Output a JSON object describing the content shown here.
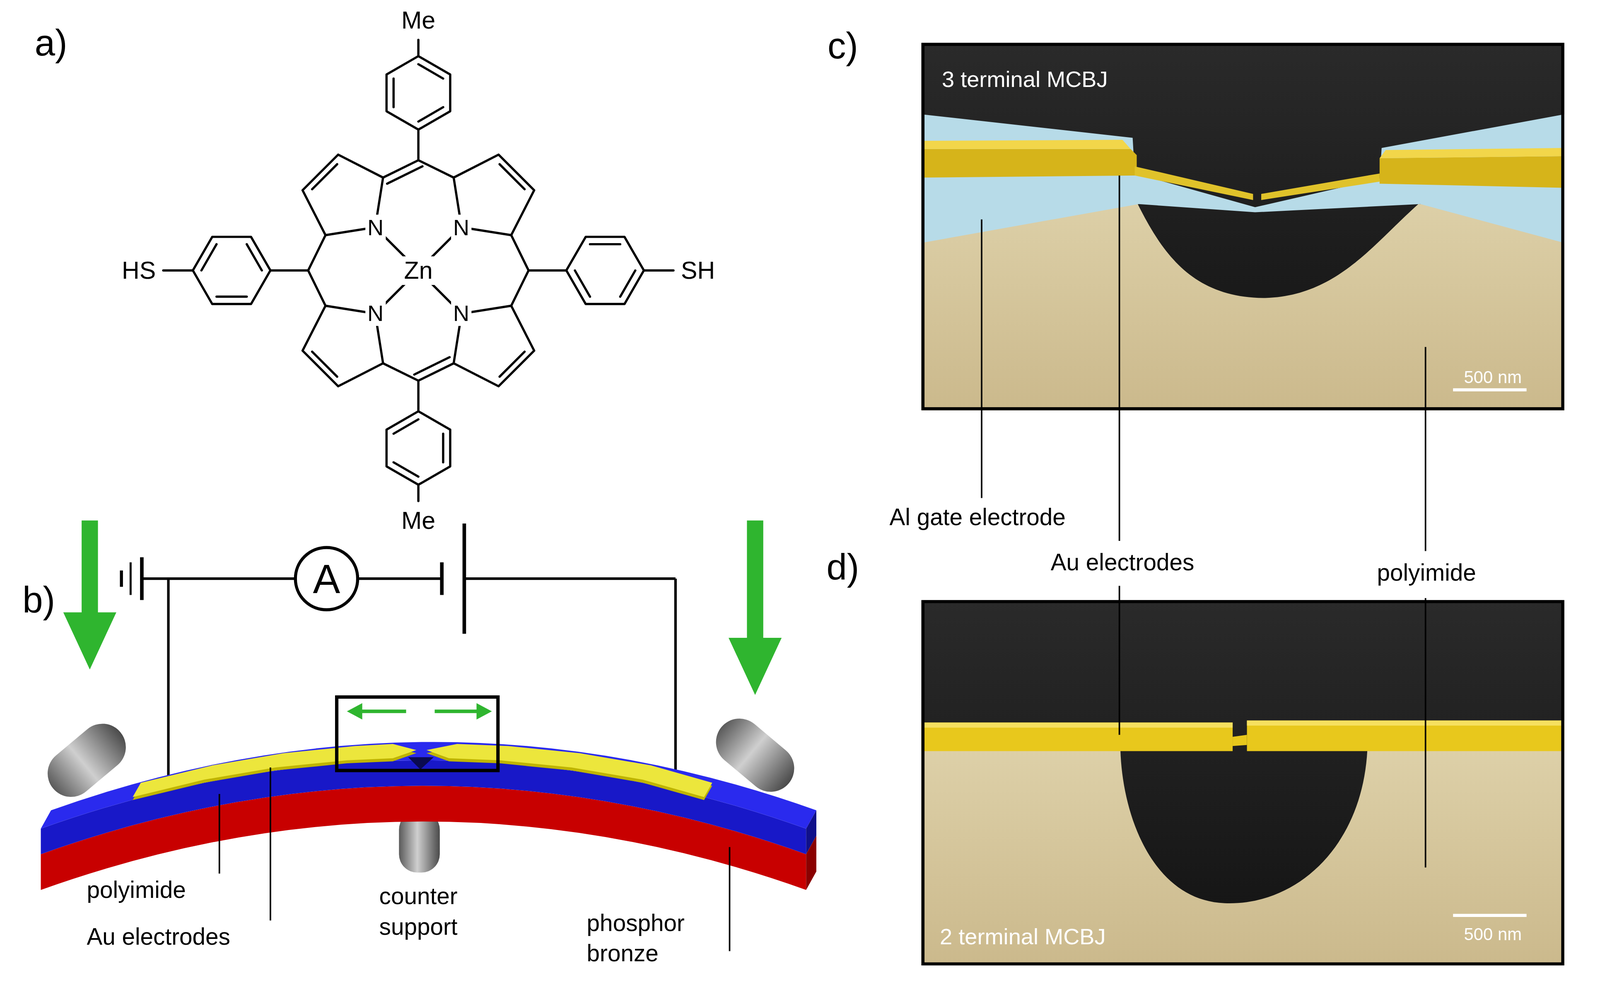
{
  "diagram": {
    "nodes": [
      {
        "text": [
          "A"
        ]
      },
      {
        "text": [
          "3 terminal MCBJ",
          "500 nm"
        ]
      },
      {
        "text": [
          "2 terminal MCBJ",
          "500 nm"
        ]
      }
    ],
    "labels": [
      "a)",
      "Me",
      "HS",
      "SH",
      "N",
      "N",
      "N",
      "N",
      "Zn",
      "Me",
      "b)",
      "polyimide",
      "Au electrodes",
      "counter support",
      "phosphor bronze",
      "c)",
      "d)",
      "Al gate electrode",
      "Au electrodes",
      "polyimide"
    ]
  }
}
